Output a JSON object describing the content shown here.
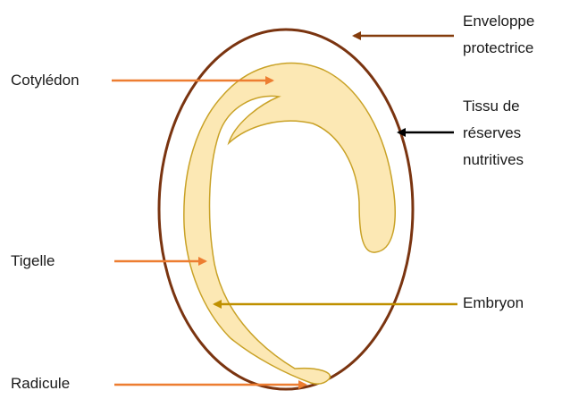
{
  "colors": {
    "seed_coat": "#7A3410",
    "embryo_fill": "#FCE8B4",
    "embryo_outline": "#C9A227",
    "arrow_orange": "#ED7D31",
    "arrow_brown": "#843C0C",
    "arrow_black": "#000000",
    "arrow_gold": "#BF9000",
    "text": "#1a1a1a"
  },
  "labels": {
    "cotyledon": "Cotylédon",
    "tigelle": "Tigelle",
    "radicule": "Radicule",
    "enveloppe_line1": "Enveloppe",
    "enveloppe_line2": "protectrice",
    "tissu_line1": "Tissu de",
    "tissu_line2": "réserves",
    "tissu_line3": "nutritives",
    "embryon": "Embryon"
  }
}
